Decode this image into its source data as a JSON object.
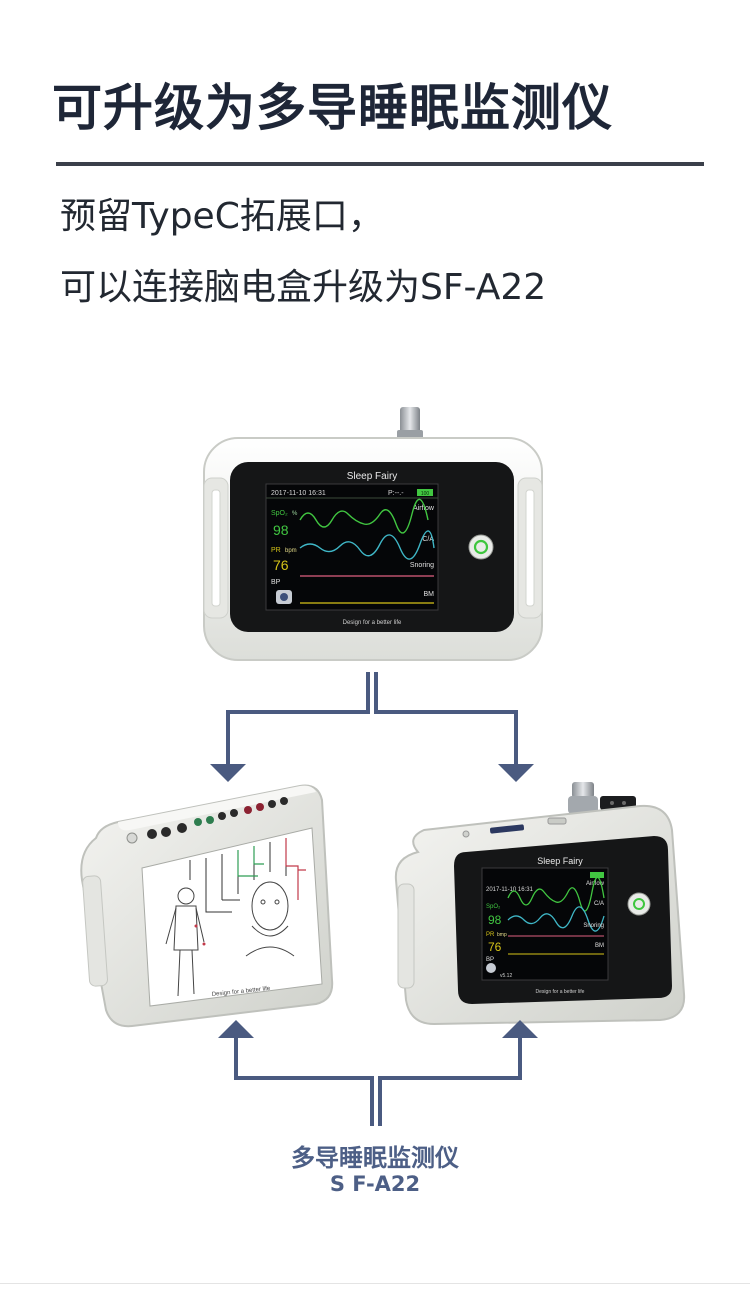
{
  "heading": "可升级为多导睡眠监测仪",
  "subtitle_line1": "预留TypeC拓展口，",
  "subtitle_line2": "可以连接脑电盒升级为SF-A22",
  "device_main": {
    "brand": "Sleep Fairy",
    "datetime": "2017-11-10  16:31",
    "p_indicator": "P:--.-",
    "battery": "100",
    "spo2_label": "SpO₂",
    "spo2_unit": "%",
    "spo2_value": "98",
    "pr_label": "PR",
    "pr_unit": "bpm",
    "pr_value": "76",
    "bp_label": "BP",
    "wave_airflow": "Airflow",
    "wave_ca": "C/A",
    "wave_snoring": "Snoring",
    "wave_bm": "BM",
    "tagline": "Design for a better life"
  },
  "device_right": {
    "brand": "Sleep Fairy",
    "datetime": "2017-11-10  16:31",
    "spo2_label": "SpO₂",
    "spo2_value": "98",
    "pr_label": "PR",
    "pr_unit": "bmp",
    "pr_value": "76",
    "bp_label": "BP",
    "wave_airflow": "Airflow",
    "wave_ca": "C/A",
    "wave_snoring": "Snoring",
    "wave_bm": "BM",
    "version": "v5.12",
    "tagline": "Design for a better life"
  },
  "device_left": {
    "tagline": "Design for a better life"
  },
  "bottom_title": "多导睡眠监测仪",
  "bottom_model": "S F-A22",
  "colors": {
    "arrow": "#4a5a80",
    "heading": "#1e2637",
    "bottom_text": "#4d5f86",
    "screen_green": "#41c641",
    "screen_cyan": "#3fb7c7",
    "screen_yellow": "#d6c418",
    "screen_pink": "#e06080"
  }
}
